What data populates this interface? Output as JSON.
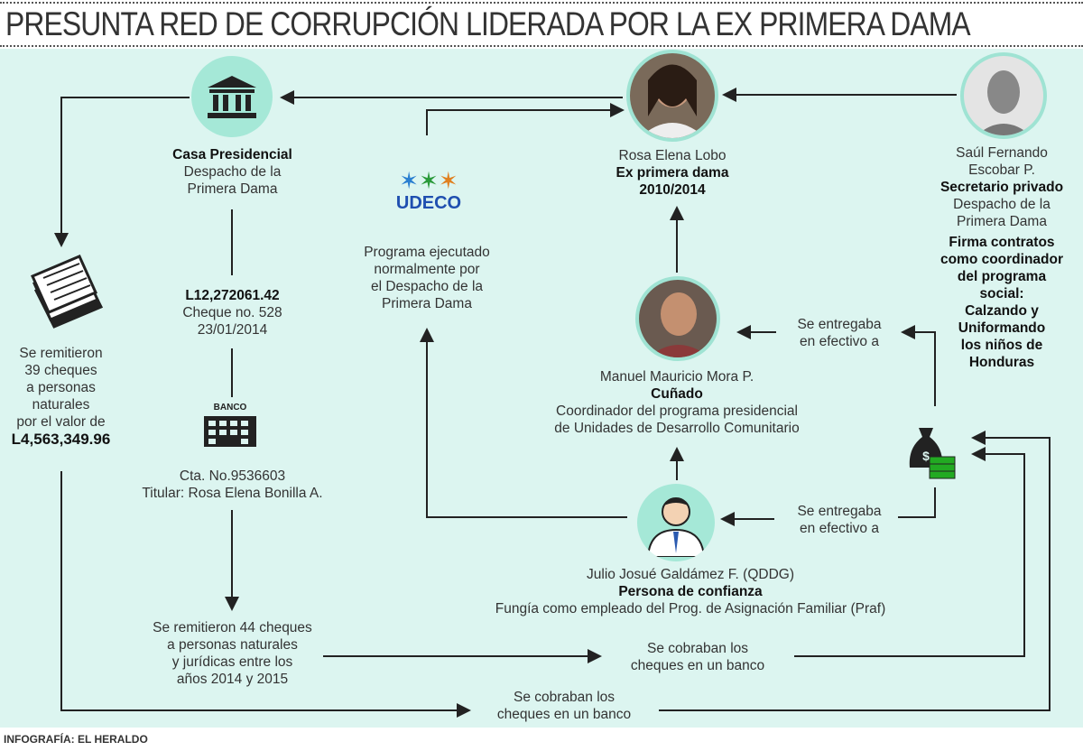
{
  "title": "PRESUNTA RED DE CORRUPCIÓN LIDERADA POR LA EX PRIMERA DAMA",
  "footer": "INFOGRAFÍA: EL HERALDO",
  "colors": {
    "panel": "#dcf5f0",
    "circle": "#a5e8d7",
    "line": "#222222"
  },
  "casa": {
    "name": "Casa Presidencial",
    "line1": "Despacho de la",
    "line2": "Primera Dama",
    "icon": "government-building-icon"
  },
  "cheque": {
    "amount": "L12,272061.42",
    "number": "Cheque no. 528",
    "date": "23/01/2014"
  },
  "banco": {
    "icon_label": "BANCO",
    "account": "Cta. No.9536603",
    "holder": "Titular: Rosa Elena Bonilla A."
  },
  "cheques39": {
    "lines": [
      "Se remitieron",
      "39 cheques",
      "a personas",
      "naturales",
      "por el valor de"
    ],
    "amount": "L4,563,349.96"
  },
  "cheques44": {
    "lines": [
      "Se remitieron 44 cheques",
      "a personas naturales",
      "y jurídicas entre los",
      "años 2014 y 2015"
    ]
  },
  "udeco": {
    "logo": "UDECO",
    "lines": [
      "Programa ejecutado",
      "normalmente por",
      "el Despacho de la",
      "Primera Dama"
    ]
  },
  "rosa": {
    "name": "Rosa Elena Lobo",
    "role": "Ex primera dama",
    "years": "2010/2014"
  },
  "saul": {
    "name1": "Saúl Fernando",
    "name2": "Escobar P.",
    "role": "Secretario privado",
    "dept1": "Despacho de la",
    "dept2": "Primera Dama",
    "note": [
      "Firma contratos",
      "como coordinador",
      "del programa",
      "social:",
      "Calzando y",
      "Uniformando",
      "los niños de",
      "Honduras"
    ]
  },
  "manuel": {
    "name": "Manuel Mauricio Mora P.",
    "role": "Cuñado",
    "desc1": "Coordinador del programa presidencial",
    "desc2": "de Unidades de Desarrollo Comunitario"
  },
  "julio": {
    "name": "Julio Josué Galdámez F. (QDDG)",
    "role": "Persona de confianza",
    "desc": "Fungía como empleado del Prog. de Asignación Familiar (Praf)"
  },
  "entrega1": {
    "l1": "Se entregaba",
    "l2": "en efectivo a"
  },
  "entrega2": {
    "l1": "Se entregaba",
    "l2": "en efectivo a"
  },
  "cobro1": {
    "l1": "Se cobraban los",
    "l2": "cheques en un banco"
  },
  "cobro2": {
    "l1": "Se cobraban los",
    "l2": "cheques en un banco"
  }
}
